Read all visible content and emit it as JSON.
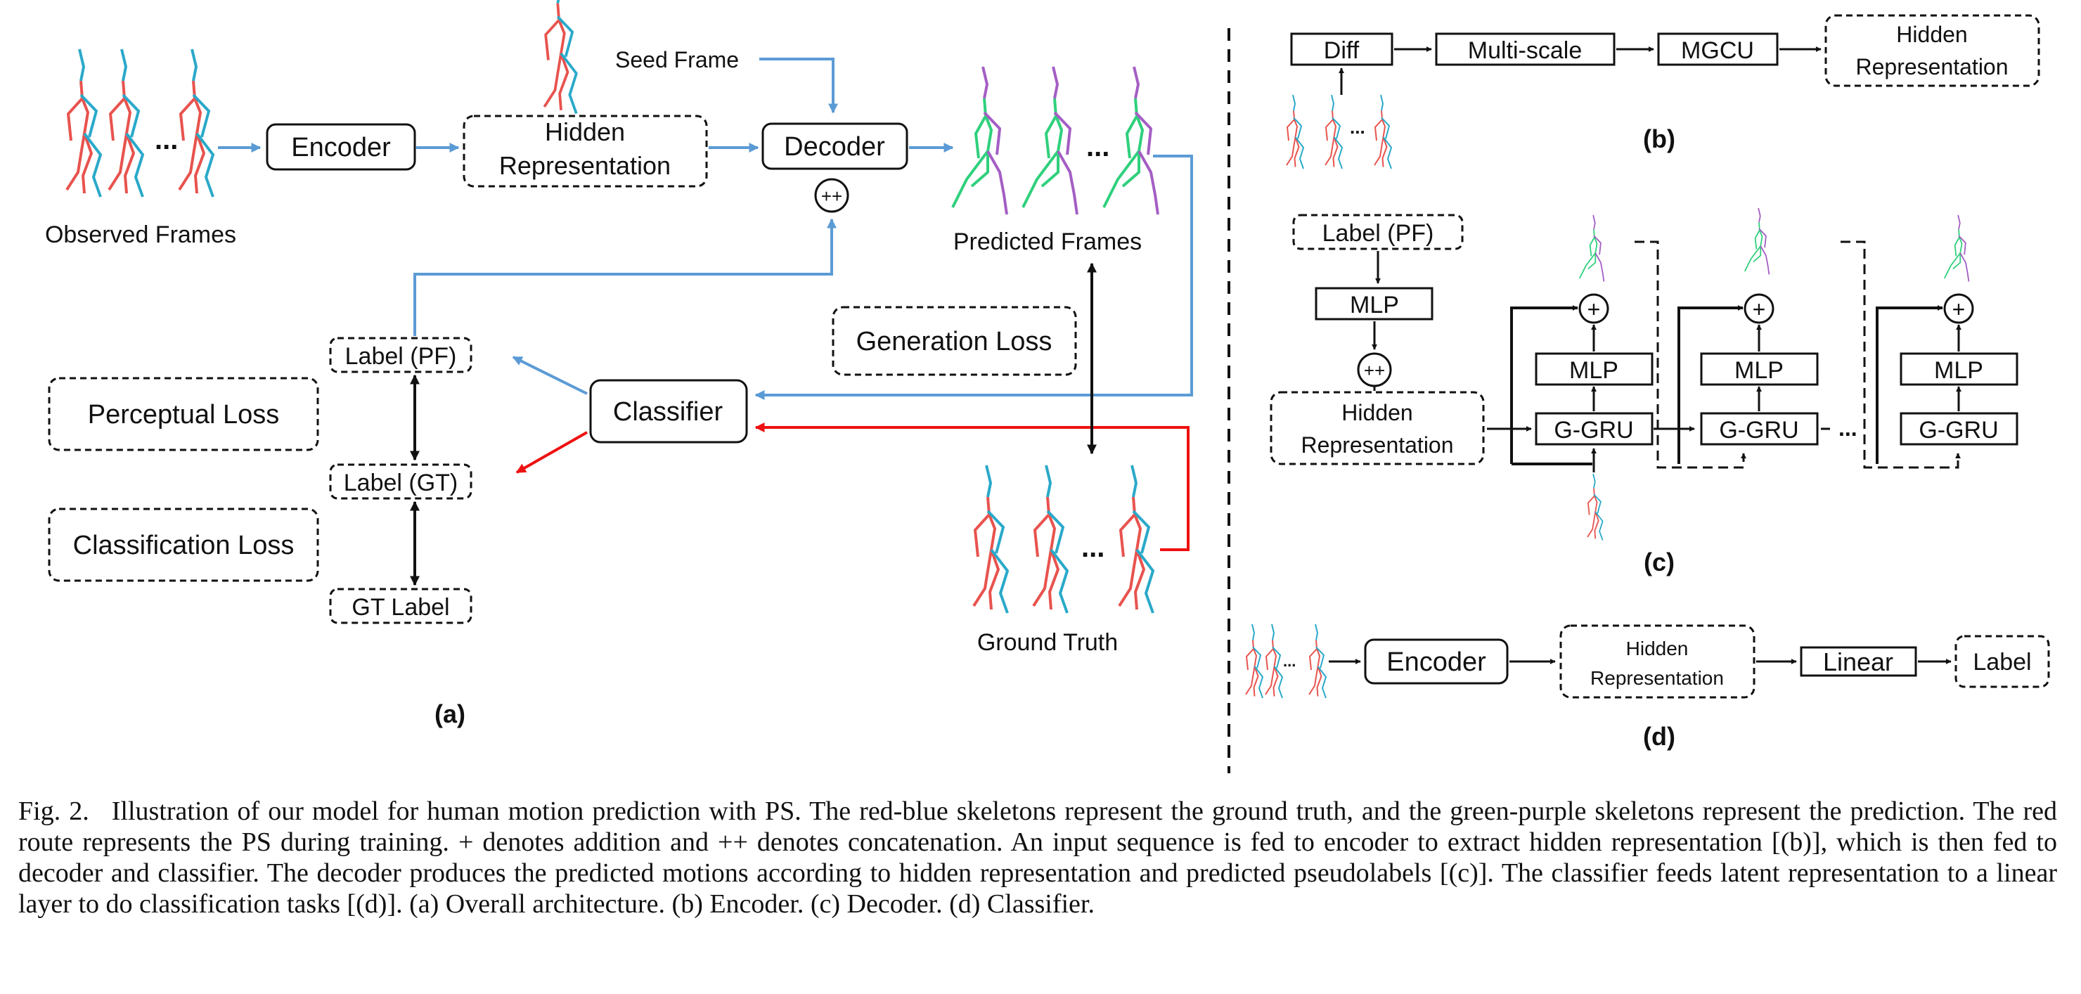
{
  "panel_a": {
    "observed_frames": "Observed Frames",
    "encoder": "Encoder",
    "hidden_line1": "Hidden",
    "hidden_line2": "Representation",
    "seed_frame": "Seed Frame",
    "decoder": "Decoder",
    "concat": "++",
    "predicted_frames": "Predicted Frames",
    "generation_loss": "Generation Loss",
    "label_pf": "Label (PF)",
    "classifier": "Classifier",
    "perceptual_loss": "Perceptual Loss",
    "label_gt": "Label (GT)",
    "classification_loss": "Classification Loss",
    "gt_label": "GT Label",
    "ground_truth": "Ground Truth",
    "ellipsis": "...",
    "panel_label": "(a)"
  },
  "panel_b": {
    "diff": "Diff",
    "multiscale": "Multi-scale",
    "mgcu": "MGCU",
    "hidden_line1": "Hidden",
    "hidden_line2": "Representation",
    "ellipsis": "...",
    "panel_label": "(b)"
  },
  "panel_c": {
    "label_pf": "Label (PF)",
    "mlp": "MLP",
    "concat": "++",
    "hidden_line1": "Hidden",
    "hidden_line2": "Representation",
    "mlp_cell": "MLP",
    "ggru": "G-GRU",
    "plus": "+",
    "ellipsis": "...",
    "panel_label": "(c)"
  },
  "panel_d": {
    "encoder": "Encoder",
    "hidden_line1": "Hidden",
    "hidden_line2": "Representation",
    "linear": "Linear",
    "label": "Label",
    "ellipsis": "...",
    "panel_label": "(d)"
  },
  "caption": {
    "fig": "Fig. 2.",
    "text": "Illustration of our model for human motion prediction with PS. The red-blue skeletons represent the ground truth, and the green-purple skeletons represent the prediction. The red route represents the PS during training. + denotes addition and ++ denotes concatenation. An input sequence is fed to encoder to extract hidden representation [(b)], which is then fed to decoder and classifier. The decoder produces the predicted motions according to hidden representation and predicted pseudolabels [(c)]. The classifier feeds latent representation to a linear layer to do classification tasks [(d)]. (a) Overall architecture. (b) Encoder. (c) Decoder. (d) Classifier."
  },
  "colors": {
    "blue_route": "#5b9bd5",
    "red_route": "#ee1111",
    "gt_red": "#e8534e",
    "gt_blue": "#2aa9c9",
    "pred_green": "#2fd07c",
    "pred_purple": "#a45ec4"
  }
}
